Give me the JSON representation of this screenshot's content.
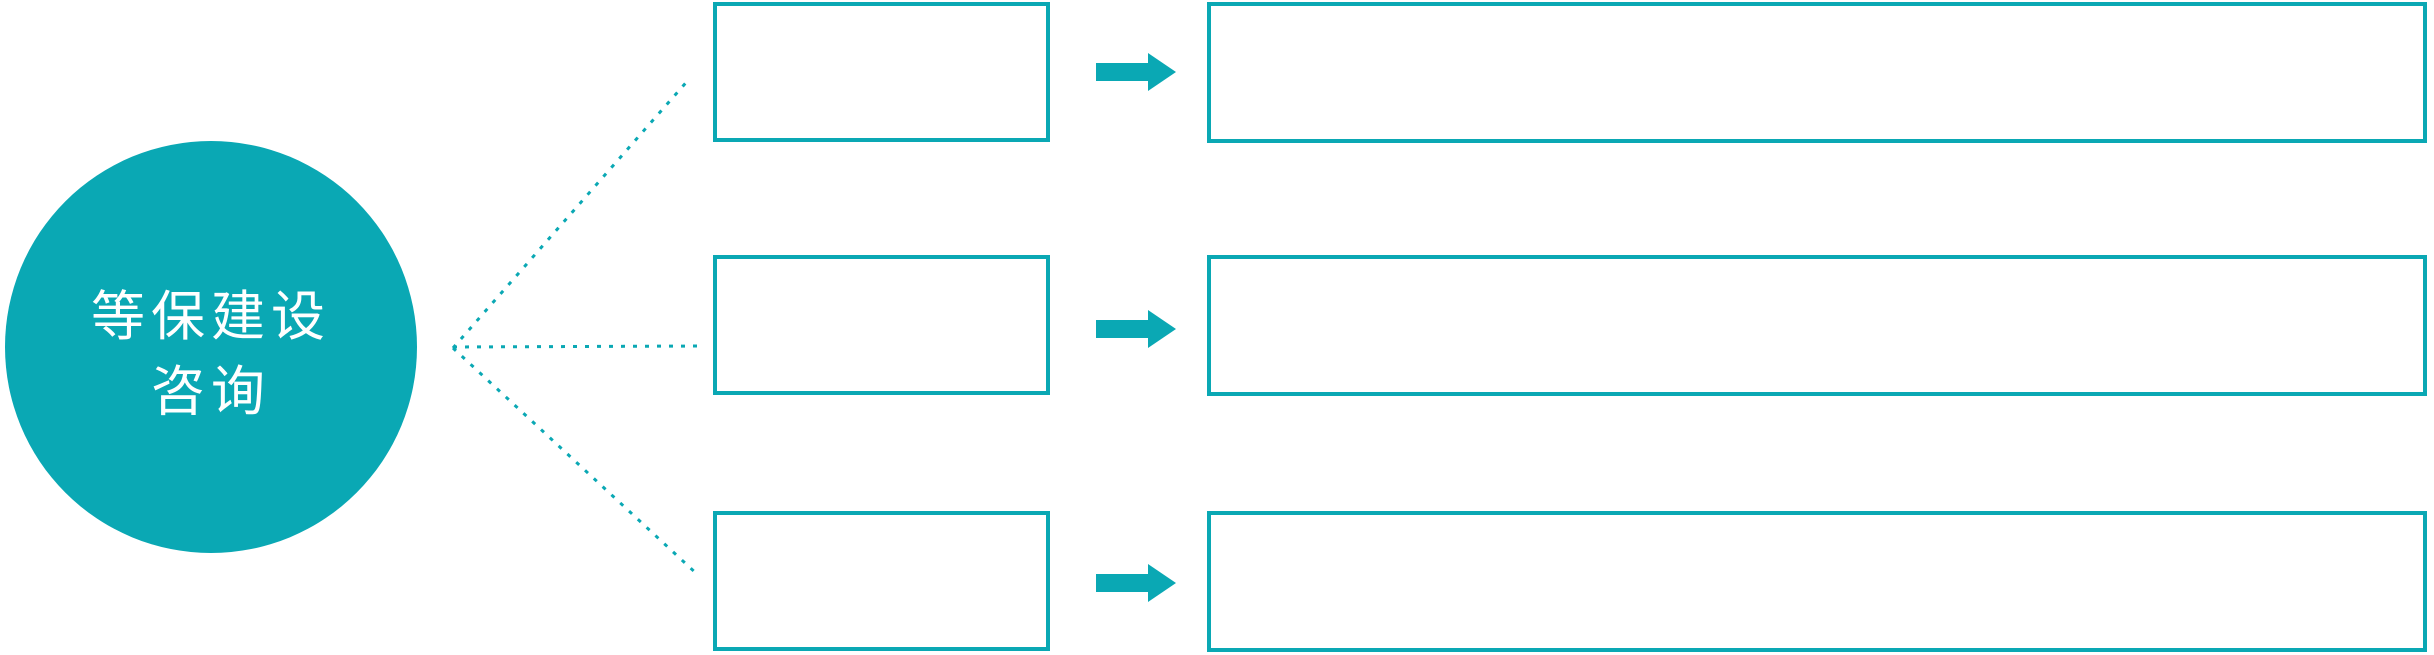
{
  "diagram": {
    "type": "flow-fanout",
    "colors": {
      "teal": "#0AA8B4",
      "background": "#FFFFFF",
      "circle_text": "#FFFFFF"
    },
    "circle": {
      "label_line1": "等保建设",
      "label_line2": "咨询",
      "full_label": "等保建设咨询"
    },
    "connectors": {
      "style": "dotted",
      "count": 3
    },
    "rows": [
      {
        "small_box_label": "",
        "arrow_icon": "arrow-right-icon",
        "large_box_label": ""
      },
      {
        "small_box_label": "",
        "arrow_icon": "arrow-right-icon",
        "large_box_label": ""
      },
      {
        "small_box_label": "",
        "arrow_icon": "arrow-right-icon",
        "large_box_label": ""
      }
    ]
  }
}
